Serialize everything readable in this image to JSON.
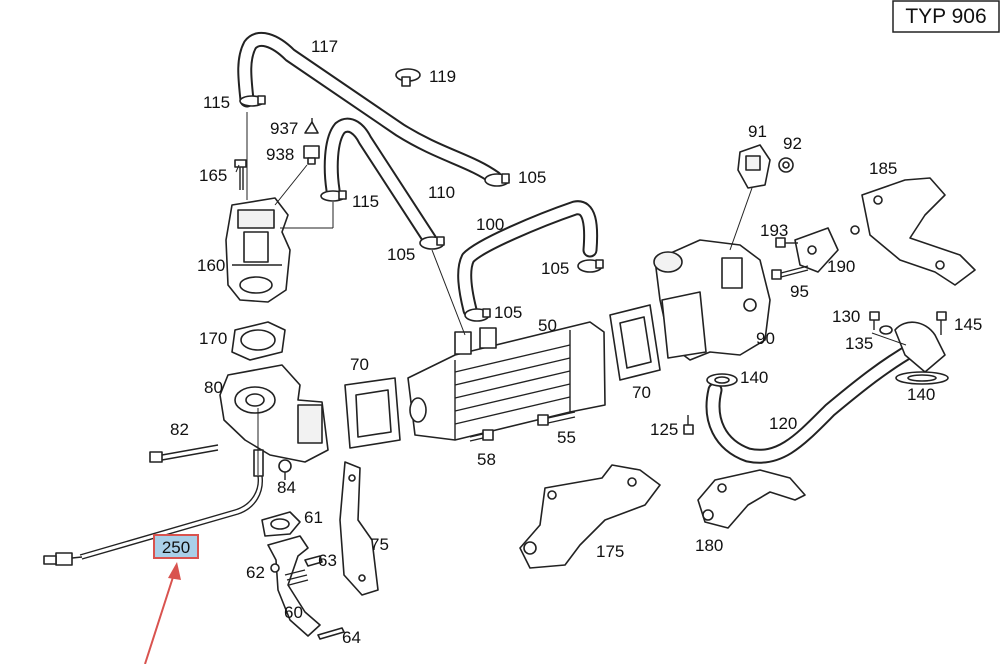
{
  "header": {
    "model": "TYP 906"
  },
  "callouts": {
    "c117": "117",
    "c119": "119",
    "c115a": "115",
    "c937": "937",
    "c938": "938",
    "c165": "165",
    "c115b": "115",
    "c110": "110",
    "c105a": "105",
    "c105b": "105",
    "c100": "100",
    "c105c": "105",
    "c105d": "105",
    "c160": "160",
    "c50": "50",
    "c91": "91",
    "c92": "92",
    "c185": "185",
    "c193": "193",
    "c190": "190",
    "c95": "95",
    "c90": "90",
    "c130": "130",
    "c135": "135",
    "c145": "145",
    "c140a": "140",
    "c140b": "140",
    "c120": "120",
    "c125": "125",
    "c170": "170",
    "c80": "80",
    "c70a": "70",
    "c70b": "70",
    "c82": "82",
    "c55": "55",
    "c58": "58",
    "c84": "84",
    "c61": "61",
    "c63": "63",
    "c62": "62",
    "c75": "75",
    "c60": "60",
    "c64": "64",
    "c175": "175",
    "c180": "180",
    "c250": "250"
  },
  "highlight": {
    "callout": "250",
    "fill": "#a9cfe8",
    "border": "#d9534f",
    "arrow": "#d9534f"
  }
}
